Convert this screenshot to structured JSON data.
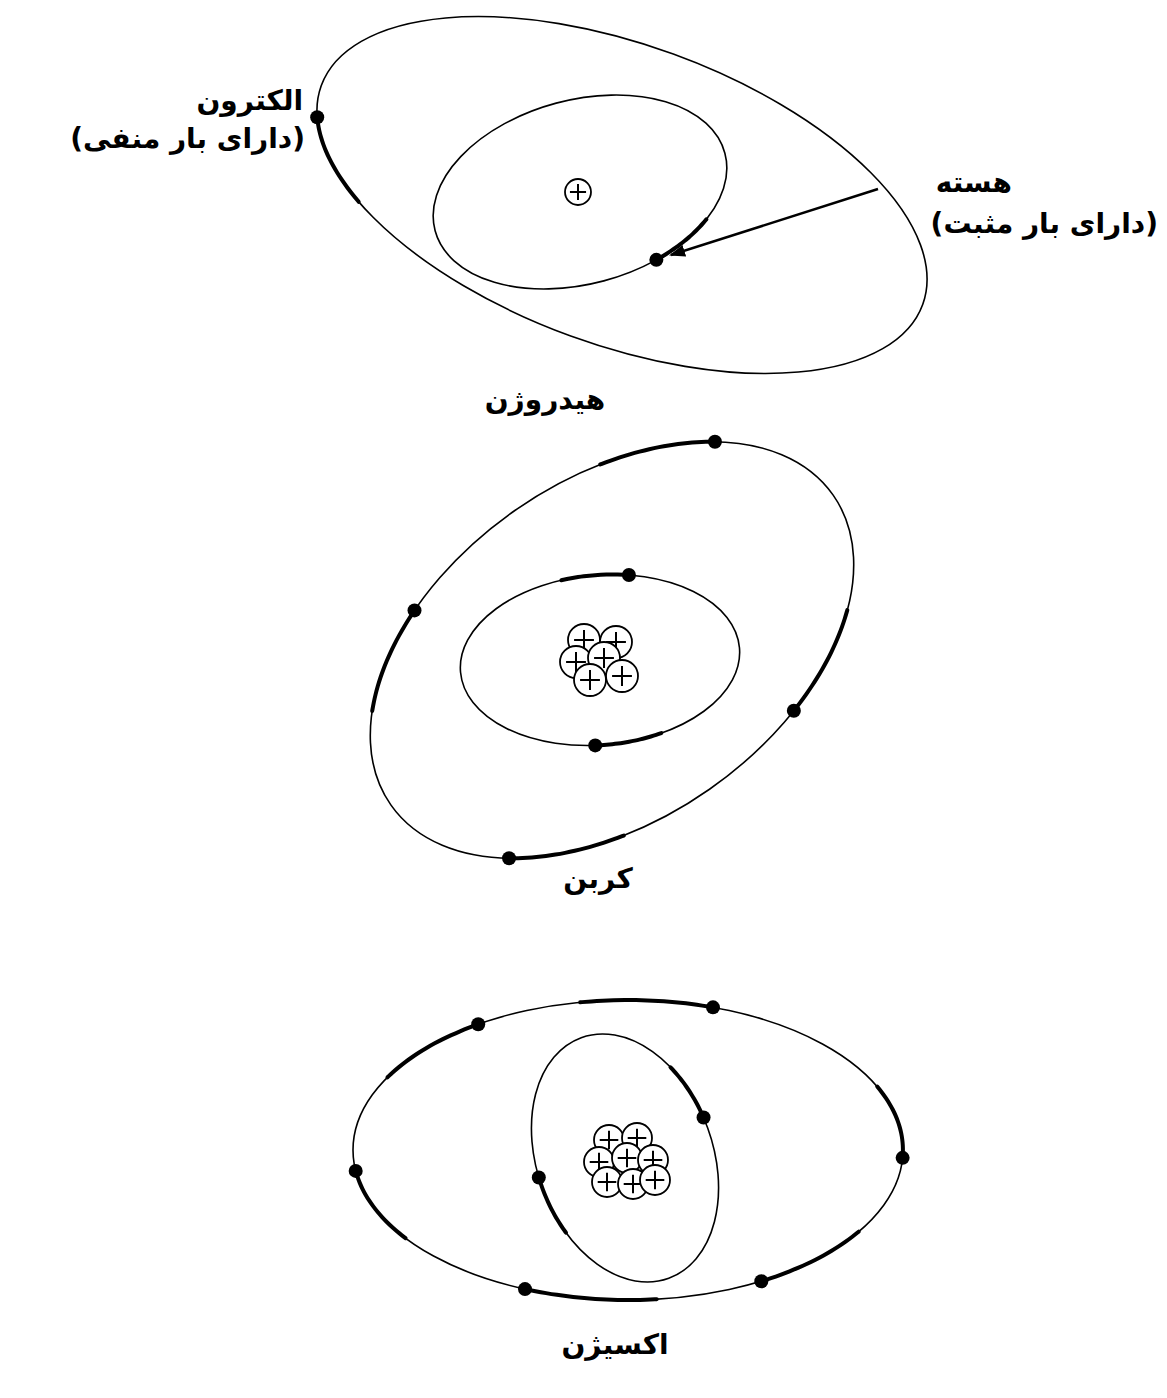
{
  "diagram": {
    "labels": [
      "الکترون",
      "(دارای بار منفی)",
      "هسته",
      "(دارای بار مثبت)",
      "هیدروژن",
      "کربن",
      "اکسیژن"
    ]
  }
}
